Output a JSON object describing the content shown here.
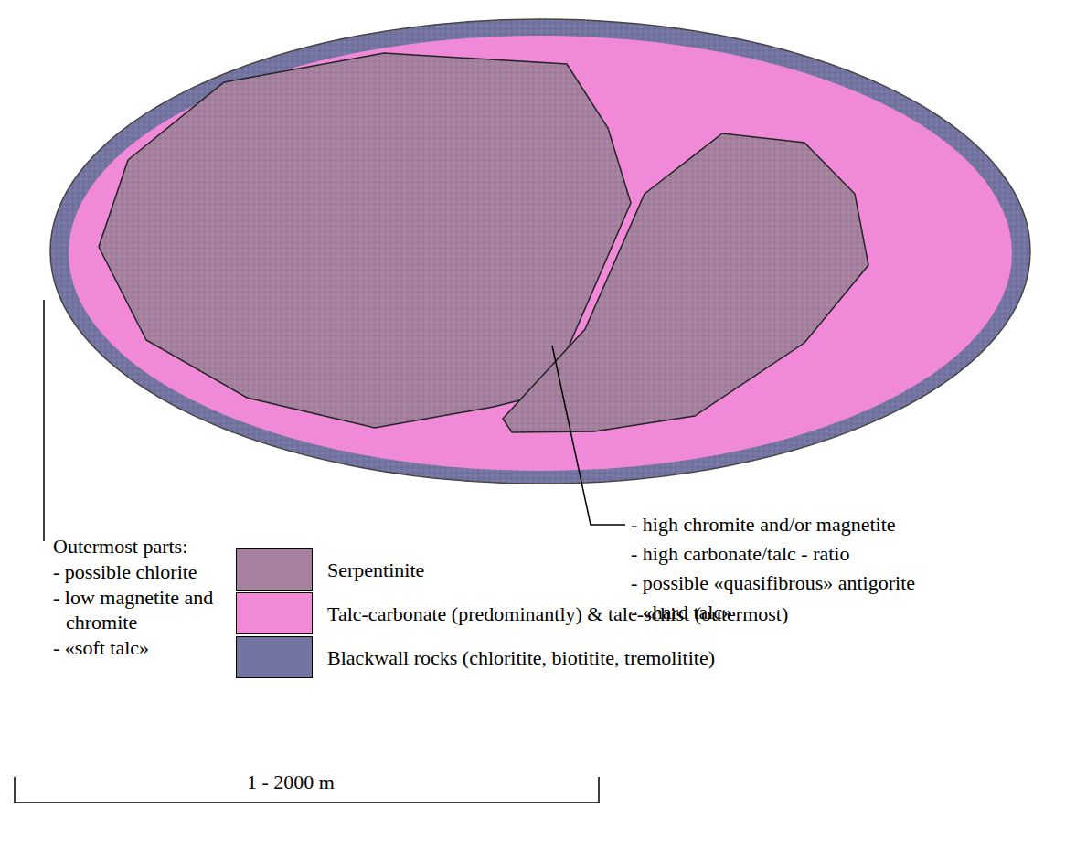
{
  "diagram": {
    "labels": [
      "Outermost parts:",
      "- possible chlorite",
      "- low magnetite and chromite",
      "- «soft talc»",
      "- high chromite and/or magnetite",
      "- high carbonate/talc - ratio",
      "- possible «quasifibrous» antigorite",
      "- «hard talc»",
      "1 - 2000 m"
    ],
    "legend": [
      {
        "text": "Serpentinite",
        "color": "#a5809f"
      },
      {
        "text": "Talc-carbonate (predominantly) & talc-schist (outermost)",
        "color": "#f08ad8"
      },
      {
        "text": "Blackwall rocks (chloritite, biotitite, tremolitite)",
        "color": "#7474a2"
      }
    ]
  }
}
